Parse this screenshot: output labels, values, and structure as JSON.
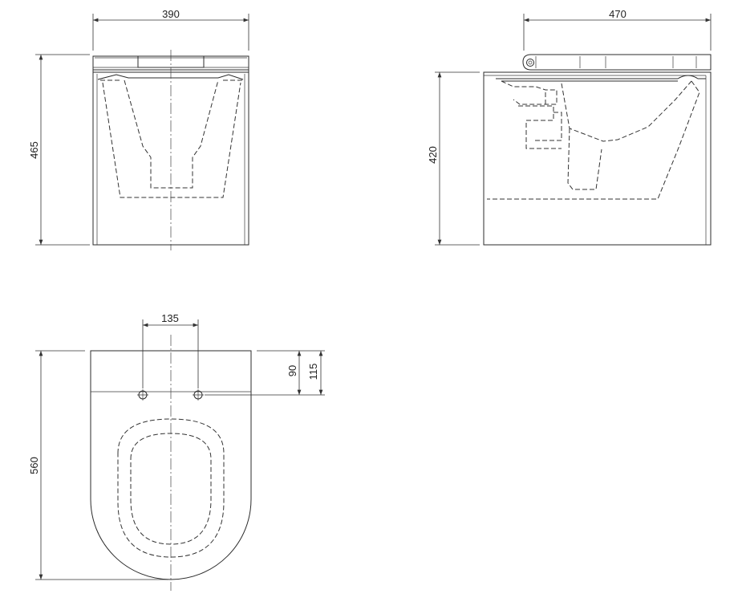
{
  "drawing": {
    "front_view": {
      "width_label": "390",
      "height_label": "465"
    },
    "side_view": {
      "depth_label": "470",
      "height_label": "420"
    },
    "top_view": {
      "fixing_spacing_label": "135",
      "fixing_offset_label": "90",
      "seat_offset_label": "115",
      "length_label": "560"
    }
  }
}
